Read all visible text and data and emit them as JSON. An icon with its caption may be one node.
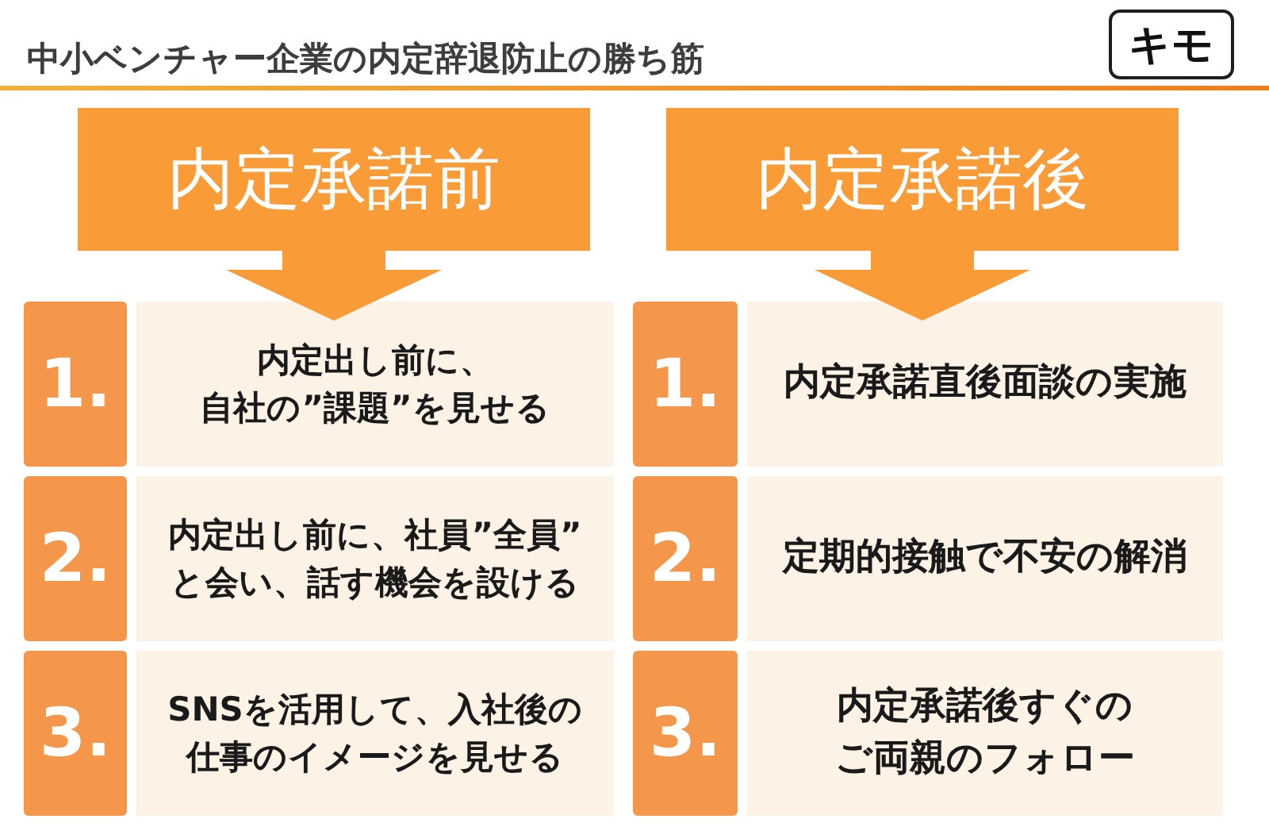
{
  "diagram": {
    "title": "中小ベンチャー企業の内定辞退防止の勝ち筋",
    "nodes": [
      {
        "text": [
          "キモ"
        ]
      },
      {
        "text": [
          "内定承諾前"
        ]
      },
      {
        "text": [
          "1."
        ]
      },
      {
        "text": [
          "内定出し前に、自社の”課題”を見せる"
        ]
      },
      {
        "text": [
          "2."
        ]
      },
      {
        "text": [
          "内定出し前に、社員”全員”と会い、話す機会を設ける"
        ]
      },
      {
        "text": [
          "3."
        ]
      },
      {
        "text": [
          "SNSを活用して、入社後の仕事のイメージを見せる"
        ]
      },
      {
        "text": [
          "内定承諾後"
        ]
      },
      {
        "text": [
          "1."
        ]
      },
      {
        "text": [
          "内定承諾直後面談の実施"
        ]
      },
      {
        "text": [
          "2."
        ]
      },
      {
        "text": [
          "定期的接触で不安の解消"
        ]
      },
      {
        "text": [
          "3."
        ]
      },
      {
        "text": [
          "内定承諾後すぐのご両親のフォロー"
        ]
      }
    ]
  }
}
